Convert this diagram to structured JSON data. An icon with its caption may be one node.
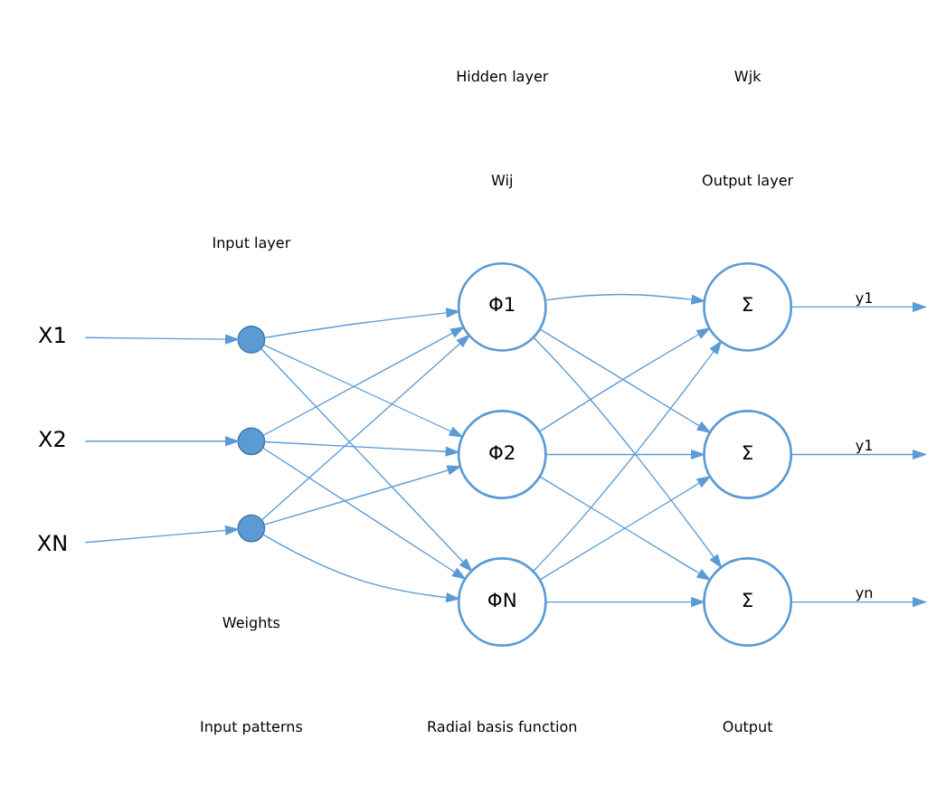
{
  "diagram": {
    "nodes": [
      {
        "text": [
          "X1"
        ]
      },
      {
        "text": [
          "X2"
        ]
      },
      {
        "text": [
          "XN"
        ]
      },
      {
        "text": [],
        "shape": "circle"
      },
      {
        "text": [],
        "shape": "circle"
      },
      {
        "text": [],
        "shape": "circle"
      },
      {
        "text": [
          "Φ1"
        ]
      },
      {
        "text": [
          "Φ2"
        ]
      },
      {
        "text": [
          "ΦN"
        ]
      },
      {
        "text": [
          "Σ"
        ]
      },
      {
        "text": [
          "Σ"
        ]
      },
      {
        "text": [
          "Σ"
        ]
      }
    ],
    "edges": [
      {
        "from": 0,
        "to": 3,
        "arrow": "to"
      },
      {
        "from": 1,
        "to": 4,
        "arrow": "to"
      },
      {
        "from": 2,
        "to": 5,
        "arrow": "to"
      },
      {
        "from": 3,
        "to": 6,
        "arrow": "to"
      },
      {
        "from": 3,
        "to": 7,
        "arrow": "to"
      },
      {
        "from": 3,
        "to": 8,
        "arrow": "to"
      },
      {
        "from": 4,
        "to": 6,
        "arrow": "to"
      },
      {
        "from": 4,
        "to": 7,
        "arrow": "to"
      },
      {
        "from": 4,
        "to": 8,
        "arrow": "to"
      },
      {
        "from": 5,
        "to": 6,
        "arrow": "to"
      },
      {
        "from": 5,
        "to": 7,
        "arrow": "to"
      },
      {
        "from": 5,
        "to": 8,
        "arrow": "to"
      },
      {
        "from": 6,
        "to": 9,
        "arrow": "to"
      },
      {
        "from": 6,
        "to": 10,
        "arrow": "to"
      },
      {
        "from": 6,
        "to": 11,
        "arrow": "to"
      },
      {
        "from": 7,
        "to": 9,
        "arrow": "to"
      },
      {
        "from": 7,
        "to": 10,
        "arrow": "to"
      },
      {
        "from": 7,
        "to": 11,
        "arrow": "to"
      },
      {
        "from": 8,
        "to": 9,
        "arrow": "to"
      },
      {
        "from": 8,
        "to": 10,
        "arrow": "to"
      },
      {
        "from": 8,
        "to": 11,
        "arrow": "to"
      },
      {
        "from": 9,
        "to": null,
        "arrow": "to",
        "label": "y1"
      },
      {
        "from": 10,
        "to": null,
        "arrow": "to",
        "label": "y1"
      },
      {
        "from": 11,
        "to": null,
        "arrow": "to",
        "label": "yn"
      }
    ],
    "labels": [
      "Hidden layer",
      "Input layer",
      "Wij",
      "Wjk",
      "Output layer",
      "Weights",
      "Input patterns",
      "Radial basis function",
      "Output"
    ]
  }
}
